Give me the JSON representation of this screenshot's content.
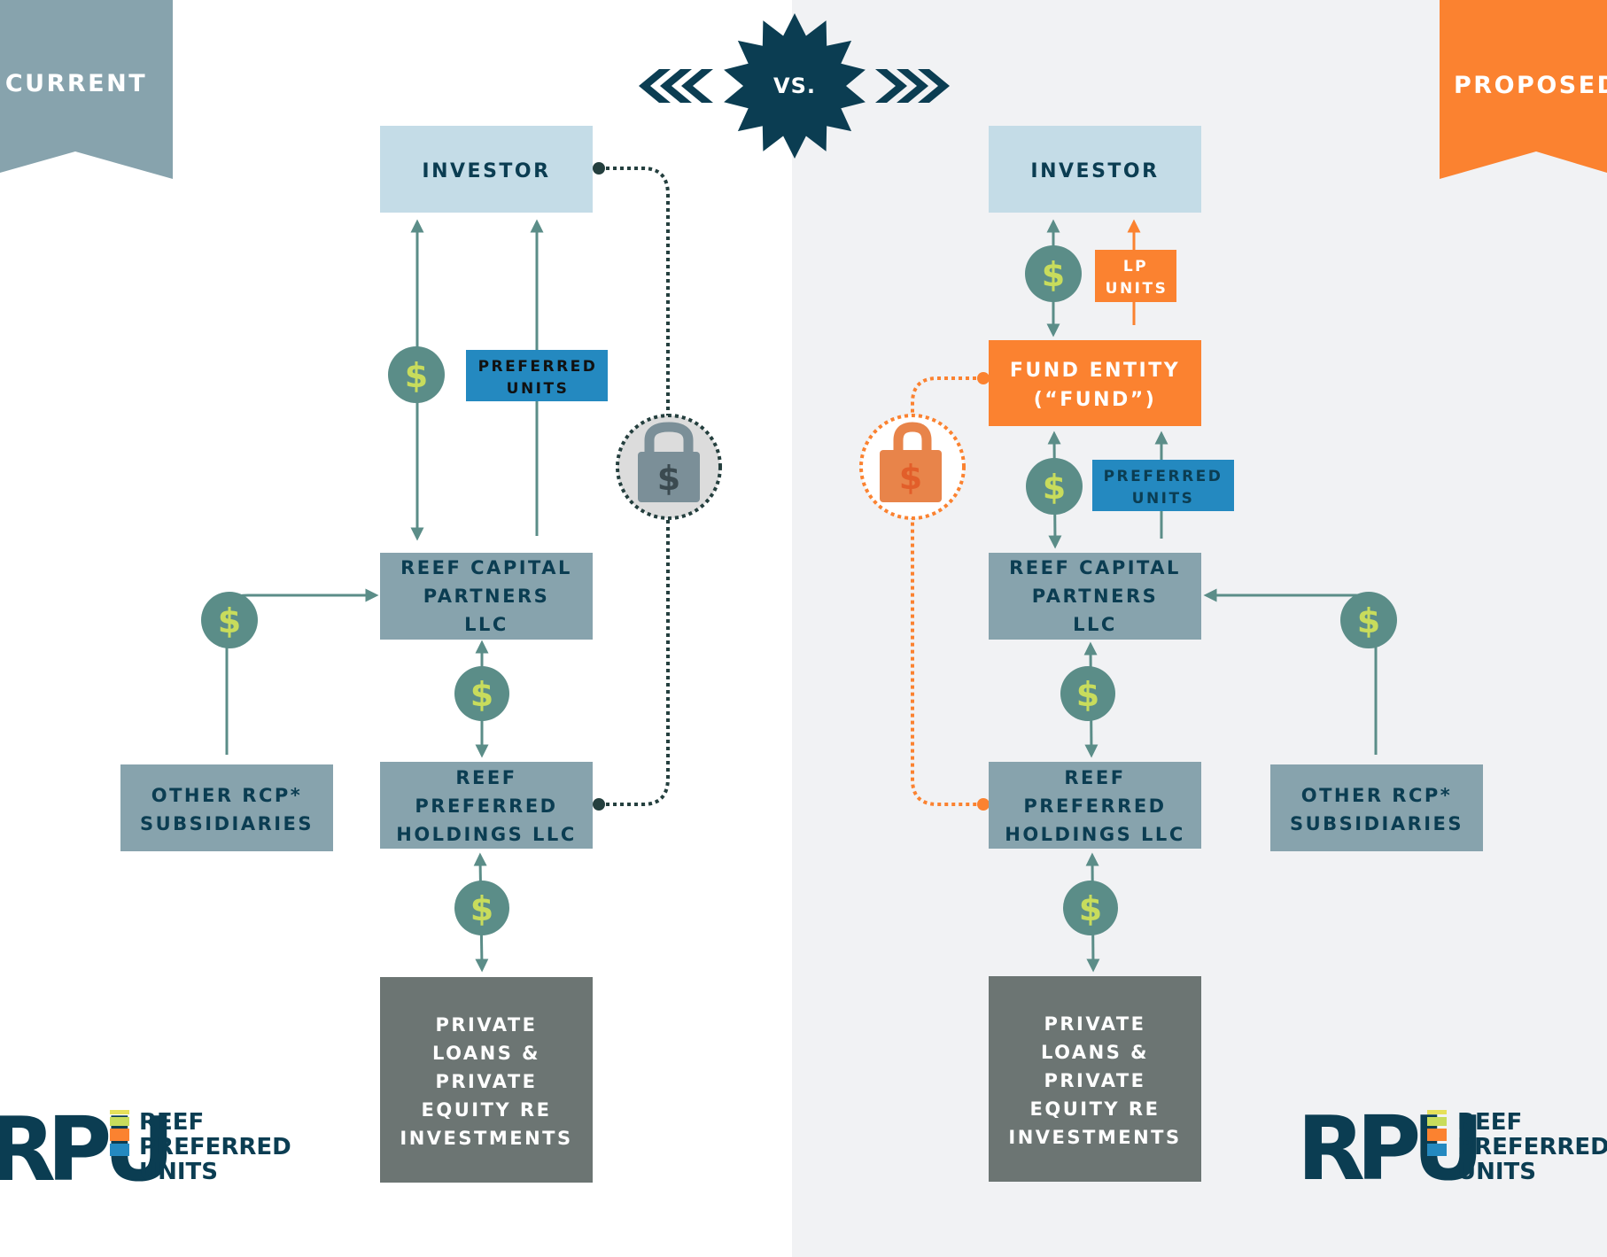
{
  "header": {
    "current_label": "CURRENT",
    "proposed_label": "PROPOSED",
    "vs_label": "VS.",
    "left_chevrons": "<<<",
    "right_chevrons": ">>>"
  },
  "colors": {
    "navy": "#0b3d52",
    "light_blue_box": "#c4dce7",
    "slate_box": "#87a3ad",
    "dark_gray_box": "#6c7573",
    "teal": "#5b8d88",
    "dollar_green": "#c8dc5c",
    "orange": "#fb8230",
    "blue_label": "#2489c0",
    "right_bg": "#f1f2f4"
  },
  "current": {
    "investor": "INVESTOR",
    "preferred_units": [
      "PREFERRED",
      "UNITS"
    ],
    "reef_capital_partners": [
      "REEF CAPITAL",
      "PARTNERS",
      "LLC"
    ],
    "other_rcp": [
      "OTHER RCP*",
      "SUBSIDIARIES"
    ],
    "reef_preferred_holdings": [
      "REEF",
      "PREFERRED",
      "HOLDINGS LLC"
    ],
    "private_investments": [
      "PRIVATE",
      "LOANS &",
      "PRIVATE",
      "EQUITY RE",
      "INVESTMENTS"
    ],
    "dollar_symbol": "$"
  },
  "proposed": {
    "investor": "INVESTOR",
    "lp_units": [
      "LP",
      "UNITS"
    ],
    "fund_entity": [
      "FUND ENTITY",
      "(“FUND”)"
    ],
    "preferred_units": [
      "PREFERRED",
      "UNITS"
    ],
    "reef_capital_partners": [
      "REEF CAPITAL",
      "PARTNERS",
      "LLC"
    ],
    "other_rcp": [
      "OTHER RCP*",
      "SUBSIDIARIES"
    ],
    "reef_preferred_holdings": [
      "REEF",
      "PREFERRED",
      "HOLDINGS LLC"
    ],
    "private_investments": [
      "PRIVATE",
      "LOANS &",
      "PRIVATE",
      "EQUITY RE",
      "INVESTMENTS"
    ],
    "dollar_symbol": "$"
  },
  "logo": {
    "mark": "RPU",
    "lines": [
      "REEF",
      "PREFERRED",
      "UNITS"
    ]
  }
}
